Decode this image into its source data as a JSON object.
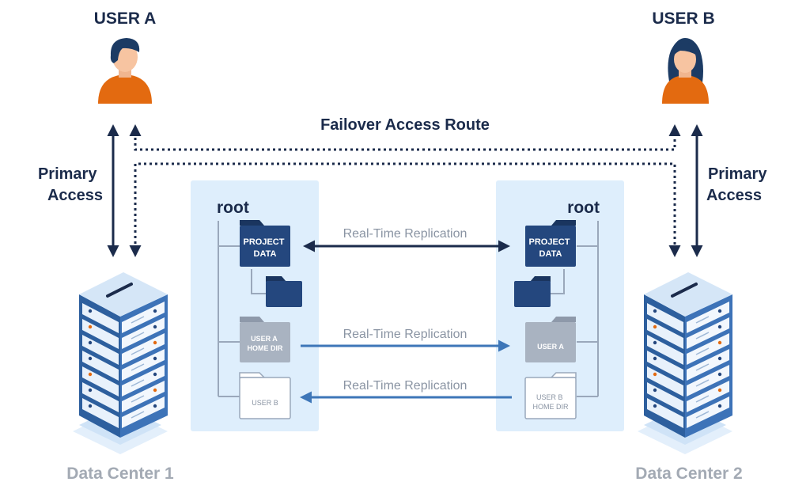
{
  "users": {
    "a": {
      "title": "USER A"
    },
    "b": {
      "title": "USER B"
    }
  },
  "routes": {
    "failover_label": "Failover Access Route",
    "primary_left": [
      "Primary",
      "Access"
    ],
    "primary_right": [
      "Primary",
      "Access"
    ]
  },
  "data_centers": {
    "dc1": {
      "label": "Data Center 1"
    },
    "dc2": {
      "label": "Data Center 2"
    }
  },
  "trees": {
    "left": {
      "root": "root",
      "project": [
        "PROJECT",
        "DATA"
      ],
      "user_a": [
        "USER A",
        "HOME DIR"
      ],
      "user_b": [
        "USER B"
      ]
    },
    "right": {
      "root": "root",
      "project": [
        "PROJECT",
        "DATA"
      ],
      "user_a": [
        "USER A"
      ],
      "user_b": [
        "USER B",
        "HOME DIR"
      ]
    }
  },
  "replication": {
    "row1": "Real-Time Replication",
    "row2": "Real-Time Replication",
    "row3": "Real-Time Replication"
  },
  "colors": {
    "navy": "#1b2b4b",
    "folder_dark": "#24477e",
    "folder_dark_tab": "#1a355f",
    "folder_grey": "#a9b3c1",
    "panel": "#deeefc",
    "arrow_blue": "#3d76b8",
    "gray_text": "#a3aab4",
    "skin": "#f7c4a1",
    "shirt": "#e36a10",
    "hair": "#1c3b64",
    "server_blue": "#3d73b8"
  }
}
